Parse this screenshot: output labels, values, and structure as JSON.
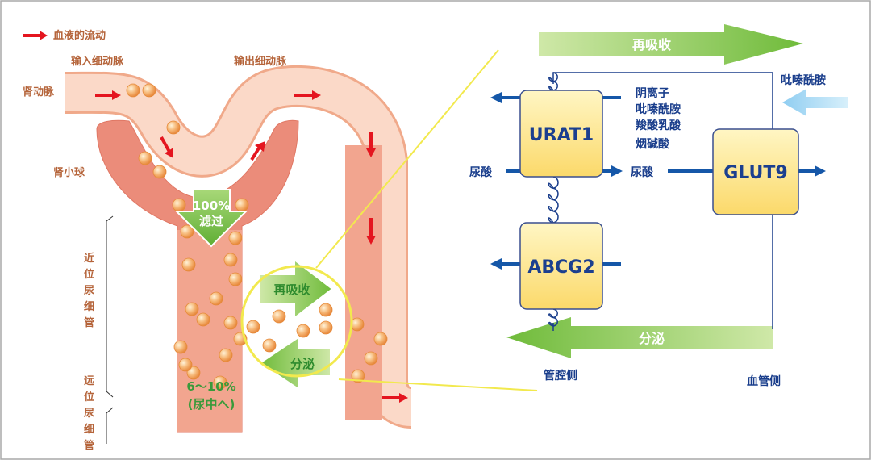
{
  "legend": {
    "label": "血液的流动",
    "color": "#e4151f"
  },
  "left": {
    "afferent": "输入细动脉",
    "efferent": "输出细动脉",
    "renal_artery": "肾动脉",
    "glomerulus": "肾小球",
    "proximal": [
      "近",
      "位",
      "尿",
      "细",
      "管"
    ],
    "distal": [
      "远",
      "位",
      "尿",
      "细",
      "管"
    ],
    "filtration_pct": "100%",
    "filtration_word": "滤过",
    "reabsorption": "再吸收",
    "secretion": "分泌",
    "urine_pct": "6〜10%",
    "urine_word": "(尿中へ)"
  },
  "right": {
    "reabsorption": "再吸收",
    "secretion": "分泌",
    "urat1": "URAT1",
    "abcg2": "ABCG2",
    "glut9": "GLUT9",
    "substrates": [
      "阴离子",
      "吡嗪酰胺",
      "羧酸乳酸",
      "烟碱酸"
    ],
    "uric_acid_left": "尿酸",
    "uric_acid_right": "尿酸",
    "pyrazinamide": "吡嗪酰胺",
    "lumen_side": "管腔侧",
    "vessel_side": "血管侧"
  },
  "colors": {
    "vessel_fill": "#fbd9c8",
    "vessel_stroke": "#f0a98a",
    "tubule_fill": "#f2a58f",
    "glomerulus_fill": "#eb8c7a",
    "particle": "#f4a860",
    "arrow_red": "#e4151f",
    "green_arrow": "#7dc242",
    "transporter_fill": "#fde68a",
    "transporter_stroke": "#3a4f8f",
    "blue_arrow": "#1557a8",
    "light_blue_arrow": "#a9d8f5",
    "connector_yellow": "#f2e94e"
  }
}
